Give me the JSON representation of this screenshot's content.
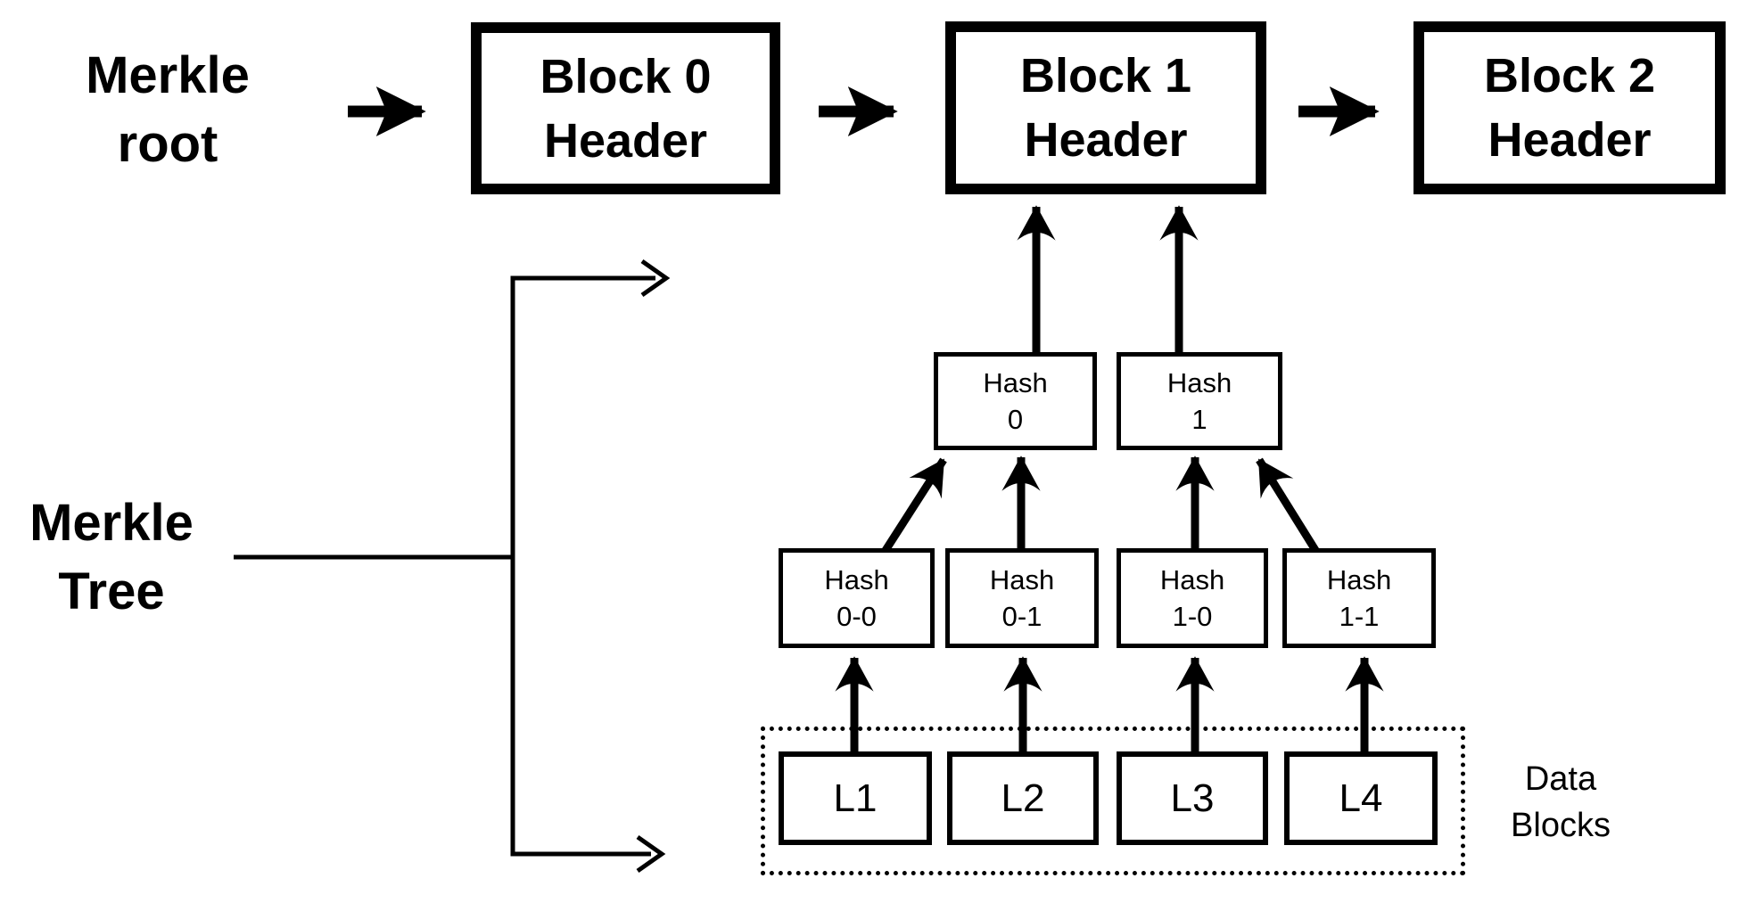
{
  "labels": {
    "merkle_root": {
      "line1": "Merkle",
      "line2": "root"
    },
    "merkle_tree": {
      "line1": "Merkle",
      "line2": "Tree"
    },
    "data_blocks": {
      "line1": "Data",
      "line2": "Blocks"
    }
  },
  "block_headers": [
    {
      "line1": "Block 0",
      "line2": "Header"
    },
    {
      "line1": "Block 1",
      "line2": "Header"
    },
    {
      "line1": "Block 2",
      "line2": "Header"
    }
  ],
  "hash_level_1": [
    {
      "line1": "Hash",
      "line2": "0"
    },
    {
      "line1": "Hash",
      "line2": "1"
    }
  ],
  "hash_level_2": [
    {
      "line1": "Hash",
      "line2": "0-0"
    },
    {
      "line1": "Hash",
      "line2": "0-1"
    },
    {
      "line1": "Hash",
      "line2": "1-0"
    },
    {
      "line1": "Hash",
      "line2": "1-1"
    }
  ],
  "leaves": [
    "L1",
    "L2",
    "L3",
    "L4"
  ],
  "colors": {
    "ink": "#000000",
    "background": "#ffffff"
  }
}
